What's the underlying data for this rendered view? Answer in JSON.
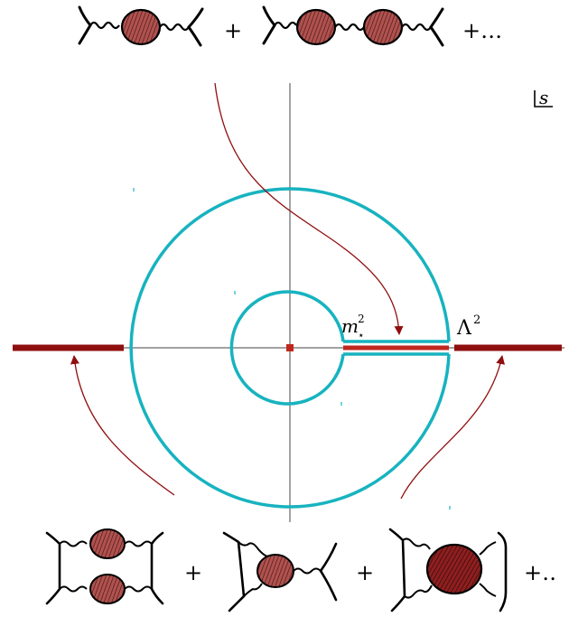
{
  "plane_label": "s",
  "threshold_label": "m",
  "threshold_sup": "2",
  "threshold_sub": "⋆",
  "cutoff_label": "Λ",
  "cutoff_sup": "2",
  "top_row": {
    "plus": "+",
    "ellipsis": "+…"
  },
  "bottom_row": {
    "plus1": "+",
    "plus2": "+",
    "ellipsis": "+‥"
  },
  "colors": {
    "contour": "#17b3bf",
    "cut": "#8f0f0f",
    "blob": "#b0524f",
    "blob_lines": "#3a0f0f",
    "axis": "#444444",
    "arrow": "#8f0f0f"
  }
}
